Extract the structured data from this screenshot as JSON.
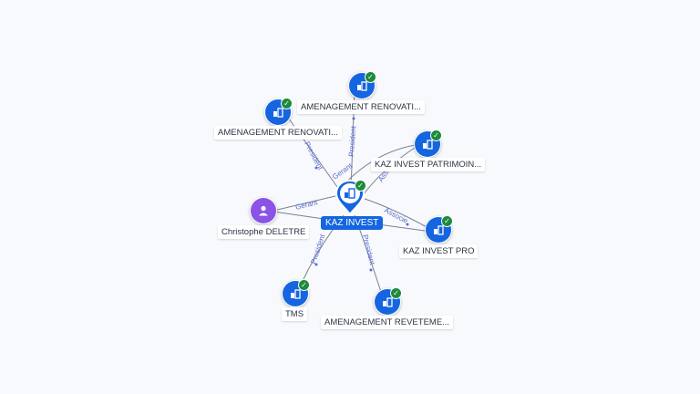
{
  "center": {
    "name": "KAZ INVEST"
  },
  "companies": [
    {
      "name": "AMENAGEMENT RENOVATI...",
      "relation": "President"
    },
    {
      "name": "AMENAGEMENT RENOVATI...",
      "relation": "President"
    },
    {
      "name": "KAZ INVEST PATRIMOIN...",
      "relation": "Associe"
    },
    {
      "name": "KAZ INVEST PRO",
      "relation": "Associe"
    },
    {
      "name": "AMENAGEMENT REVETEME...",
      "relation": "President"
    },
    {
      "name": "TMS",
      "relation": "President"
    }
  ],
  "person": {
    "name": "Christophe DELETRE",
    "relation": "Gerant"
  },
  "extra_edge_label": "Gerant",
  "icons": {
    "company": "building-icon",
    "person": "person-icon",
    "verified": "check-icon"
  },
  "colors": {
    "company": "#1565e0",
    "person": "#8b53e6",
    "verified": "#1f8a3b",
    "edge": "#7a8290",
    "edge_label": "#5a6bd6"
  }
}
